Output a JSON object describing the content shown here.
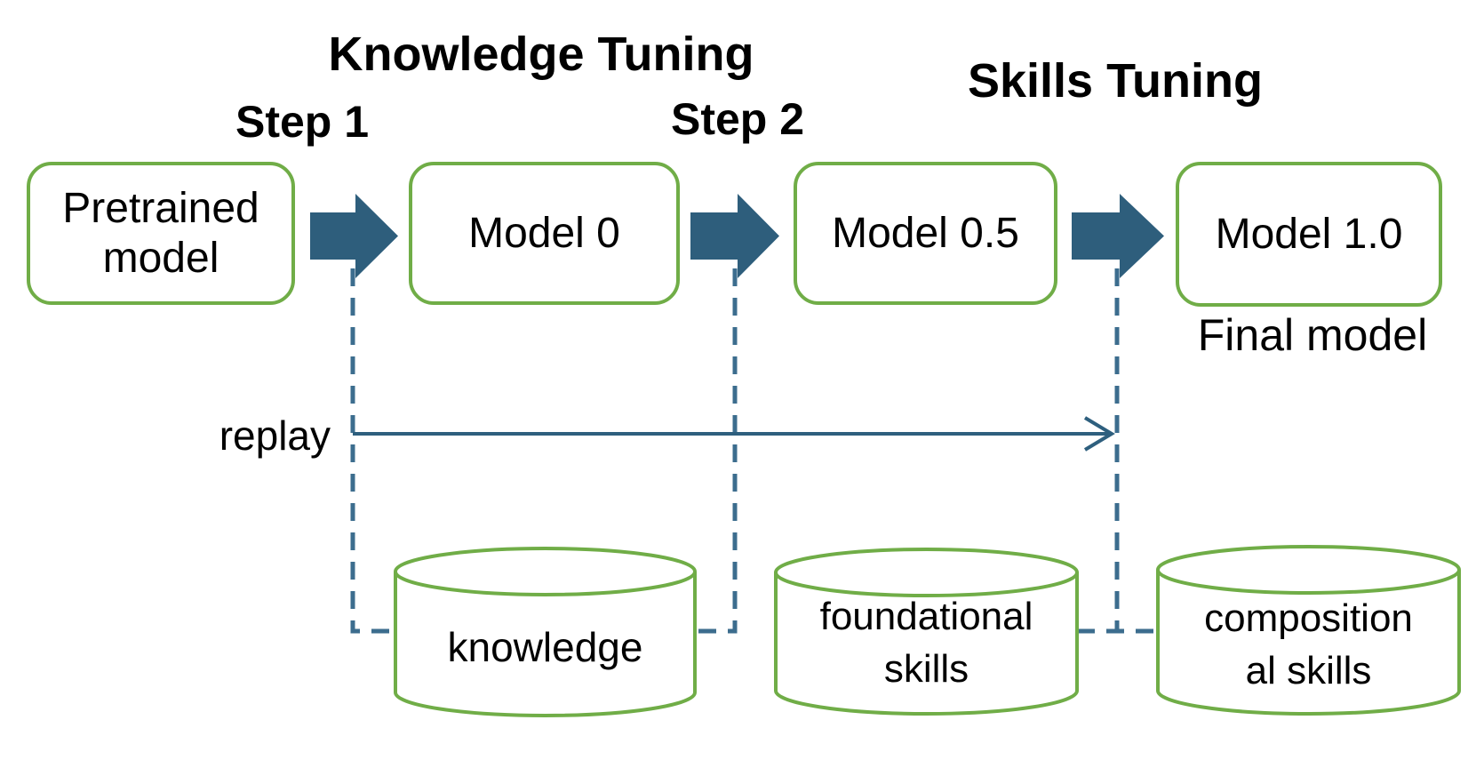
{
  "colors": {
    "box_border_green": "#70AD47",
    "arrow_fill": "#2E5E7C",
    "dashed_line": "#3C6D8E",
    "replay_line": "#2E5F7E",
    "text": "#000000",
    "background": "#FFFFFF"
  },
  "titles": {
    "knowledge_tuning": "Knowledge Tuning",
    "skills_tuning": "Skills Tuning",
    "step1": "Step 1",
    "step2": "Step 2"
  },
  "captions": {
    "final_model": "Final model",
    "replay": "replay"
  },
  "boxes": [
    {
      "id": "pretrained-model",
      "line1": "Pretrained",
      "line2": "model"
    },
    {
      "id": "model-0",
      "line1": "Model 0"
    },
    {
      "id": "model-0-5",
      "line1": "Model 0.5"
    },
    {
      "id": "model-1-0",
      "line1": "Model 1.0"
    }
  ],
  "cylinders": [
    {
      "id": "knowledge",
      "line1": "knowledge"
    },
    {
      "id": "foundational-skills",
      "line1": "foundational",
      "line2": "skills"
    },
    {
      "id": "compositional-skills",
      "line1": "composition",
      "line2": "al skills"
    }
  ]
}
